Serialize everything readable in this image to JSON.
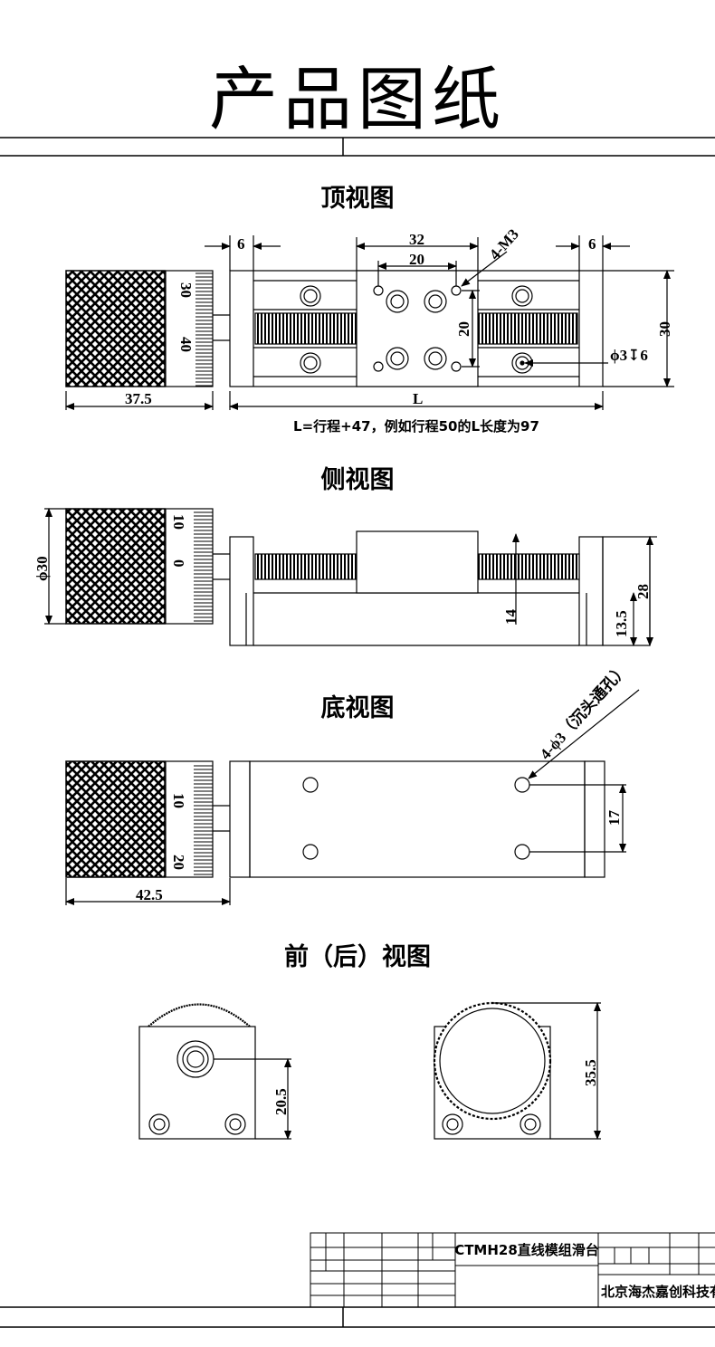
{
  "page_title": "产品图纸",
  "views": {
    "top": {
      "title": "顶视图",
      "dims": {
        "left_margin": "6",
        "right_margin": "6",
        "hole_pitch_outer": "32",
        "hole_pitch_inner": "20",
        "thread_note": "4-M3",
        "hole_pitch_vertical": "20",
        "height": "30",
        "counterbore": "ϕ3↧6",
        "knob_length": "37.5",
        "length": "L"
      },
      "scale_labels": [
        "30",
        "40"
      ],
      "note": "L=行程+47，例如行程50的L长度为97"
    },
    "side": {
      "title": "侧视图",
      "dims": {
        "knob_diameter": "ϕ30",
        "screw_height": "14",
        "base_height": "13.5",
        "total_height": "28"
      },
      "scale_labels": [
        "10",
        "0"
      ]
    },
    "bottom": {
      "title": "底视图",
      "dims": {
        "hole_note": "4-ϕ3（沉头通孔）",
        "hole_spacing": "17",
        "knob_length": "42.5"
      },
      "scale_labels": [
        "10",
        "20"
      ]
    },
    "front": {
      "title": "前（后）视图",
      "dims": {
        "axis_height": "20.5",
        "knob_height": "35.5"
      }
    }
  },
  "title_block": {
    "product_name": "CTMH28直线模组滑台",
    "company": "北京海杰嘉创科技有限公司"
  }
}
